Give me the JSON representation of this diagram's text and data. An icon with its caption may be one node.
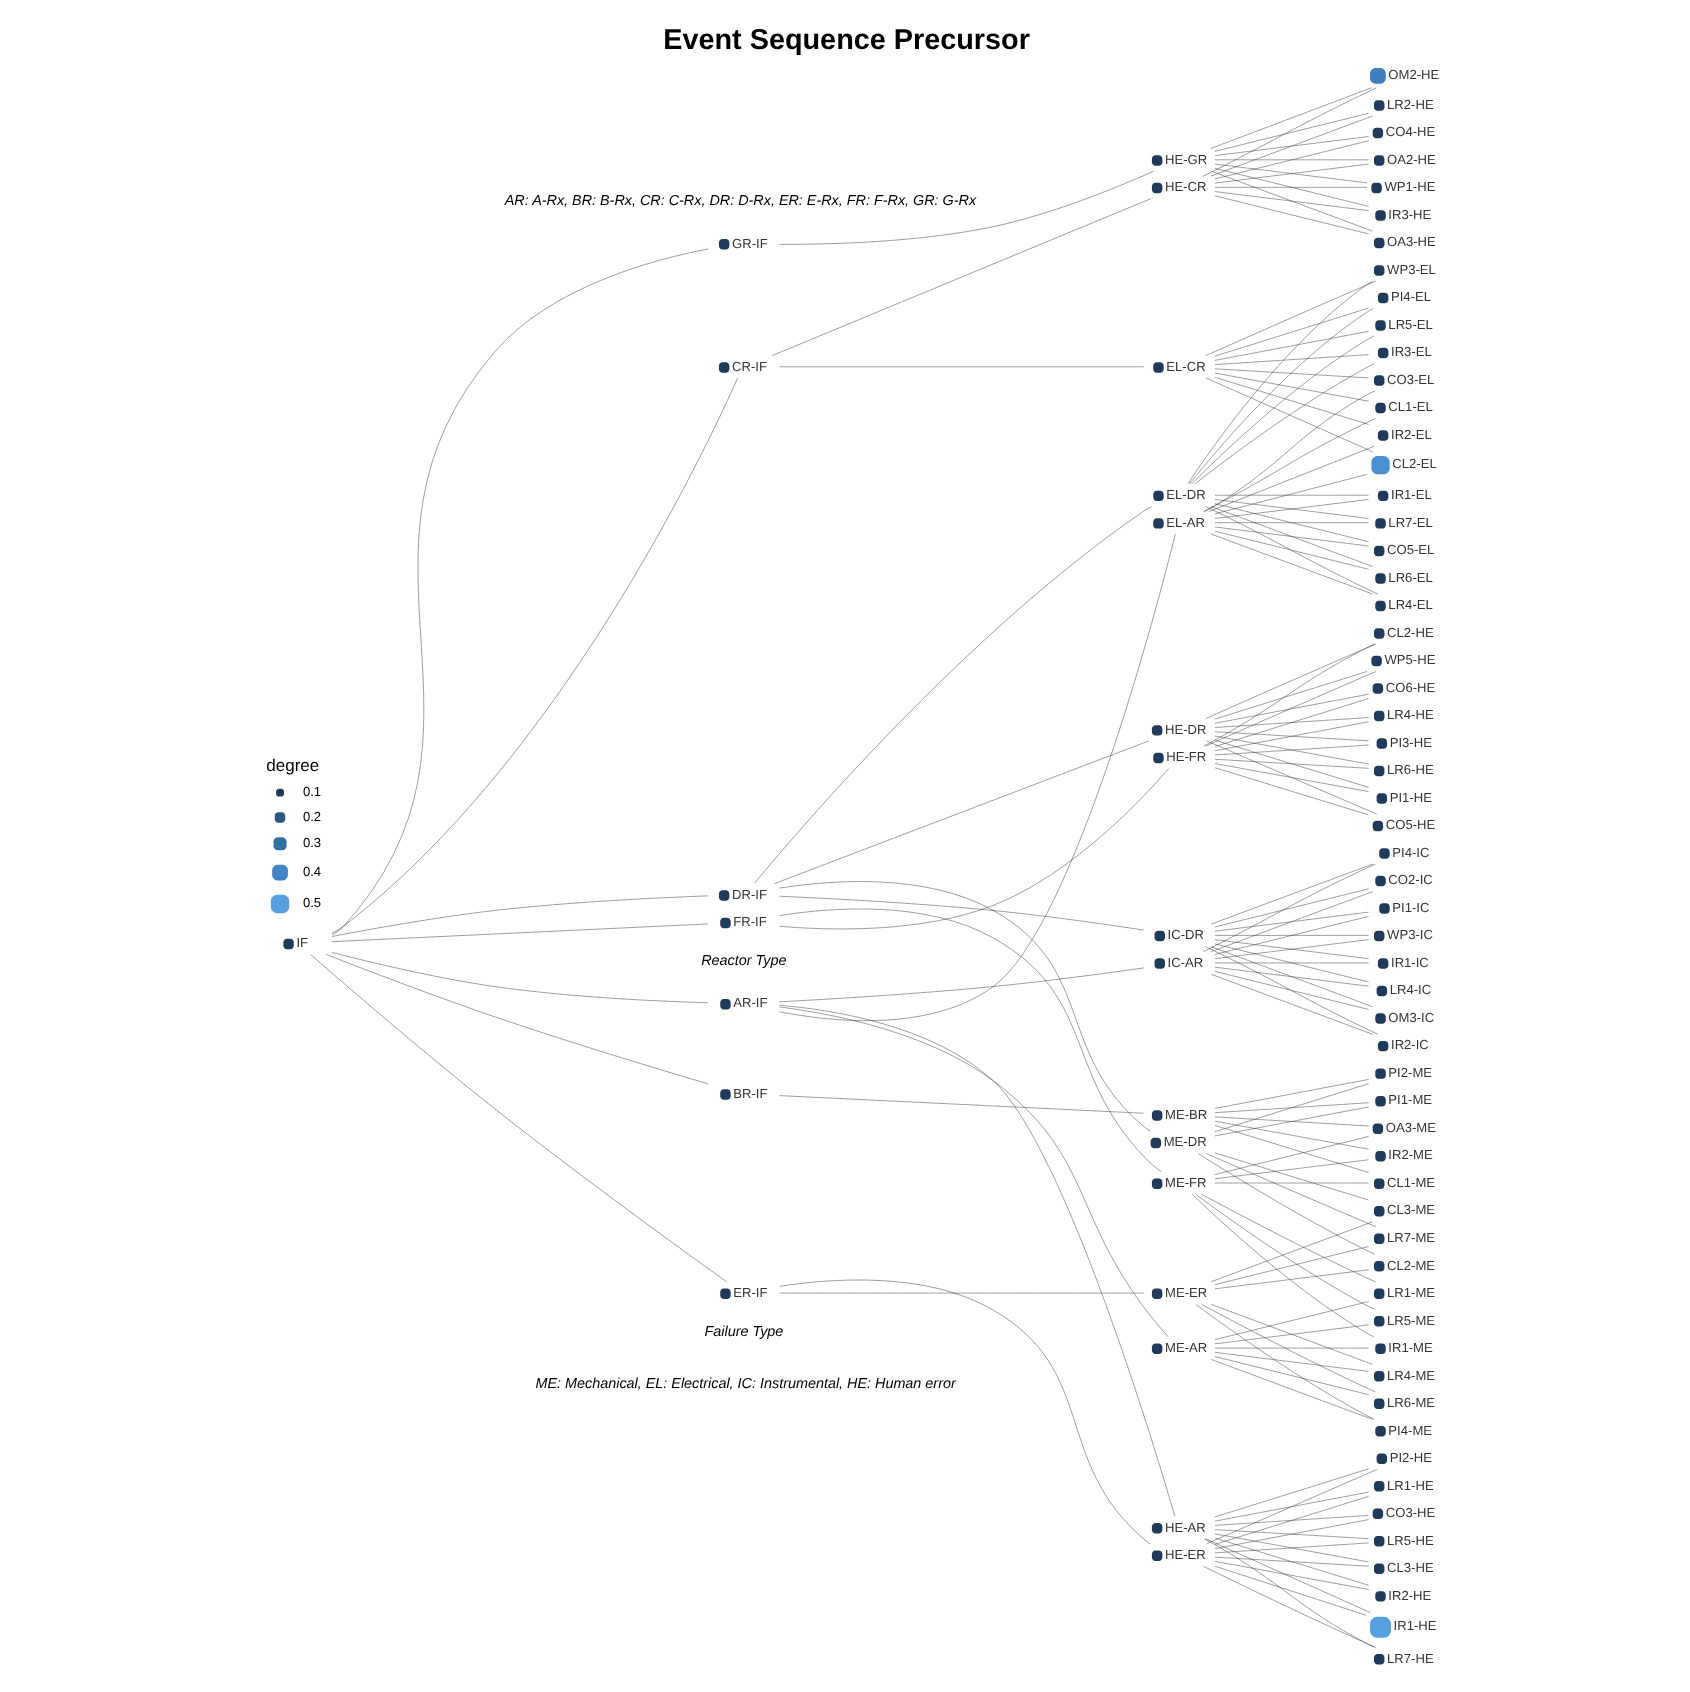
{
  "diagram": {
    "title": "Event Sequence Precursor",
    "nodes": [
      {
        "text": [
          "LR5-HE"
        ]
      },
      {
        "text": [
          "LR5-ME"
        ]
      },
      {
        "text": [
          "CO6-HE"
        ]
      },
      {
        "text": [
          "OA2-HE"
        ]
      },
      {
        "text": [
          "CL3-HE"
        ]
      },
      {
        "text": [
          "LR7-ME"
        ]
      },
      {
        "text": [
          "OA3-ME"
        ]
      },
      {
        "text": [
          "LR4-HE"
        ]
      },
      {
        "text": [
          "LR4-ME"
        ]
      },
      {
        "text": [
          "PI1-IC"
        ]
      },
      {
        "text": [
          "WP3-IC"
        ]
      },
      {
        "text": [
          "PI1-ME"
        ]
      },
      {
        "text": [
          "LR1-ME"
        ]
      },
      {
        "text": [
          "WP1-HE"
        ]
      },
      {
        "text": [
          "IR2-HE"
        ]
      },
      {
        "text": [
          "PI1-HE"
        ]
      },
      {
        "text": [
          "IR3-HE"
        ]
      },
      {
        "text": [
          "IR1-HE"
        ]
      },
      {
        "text": [
          "CO5-HE"
        ]
      },
      {
        "text": [
          "OA3-HE"
        ]
      },
      {
        "text": [
          "LR6-EL"
        ]
      },
      {
        "text": [
          "WP3-EL"
        ]
      },
      {
        "text": [
          "CL1-EL"
        ]
      },
      {
        "text": [
          "LR4-EL"
        ]
      },
      {
        "text": [
          "PI4-EL"
        ]
      },
      {
        "text": [
          "IR2-EL"
        ]
      },
      {
        "text": [
          "IR1-IC"
        ]
      },
      {
        "text": [
          "IR1-EL"
        ]
      },
      {
        "text": [
          "LR4-IC"
        ]
      },
      {
        "text": [
          "LR5-EL"
        ]
      },
      {
        "text": [
          "CL2-ME"
        ]
      },
      {
        "text": [
          "LR7-HE"
        ]
      },
      {
        "text": [
          "CL2-HE"
        ]
      },
      {
        "text": [
          "OM2-HE"
        ]
      },
      {
        "text": [
          "CL2-EL"
        ]
      },
      {
        "text": [
          "IR2-ME"
        ]
      },
      {
        "text": [
          "LR6-ME"
        ]
      },
      {
        "text": [
          "PI2-ME"
        ]
      },
      {
        "text": [
          "IR1-ME"
        ]
      },
      {
        "text": [
          "CL3-ME"
        ]
      },
      {
        "text": [
          "CL1-ME"
        ]
      },
      {
        "text": [
          "PI4-ME"
        ]
      },
      {
        "text": [
          "LR7-EL"
        ]
      },
      {
        "text": [
          "OM3-IC"
        ]
      },
      {
        "text": [
          "PI2-HE"
        ]
      },
      {
        "text": [
          "IR2-IC"
        ]
      },
      {
        "text": [
          "PI4-IC"
        ]
      },
      {
        "text": [
          "PI3-HE"
        ]
      },
      {
        "text": [
          "CO2-IC"
        ]
      },
      {
        "text": [
          "LR2-HE"
        ]
      },
      {
        "text": [
          "LR1-HE"
        ]
      },
      {
        "text": [
          "LR6-HE"
        ]
      },
      {
        "text": [
          "CO4-HE"
        ]
      },
      {
        "text": [
          "CO3-HE"
        ]
      },
      {
        "text": [
          "IR3-EL"
        ]
      },
      {
        "text": [
          "CO3-EL"
        ]
      },
      {
        "text": [
          "WP5-HE"
        ]
      },
      {
        "text": [
          "CO5-EL"
        ]
      },
      {
        "text": [
          "ME-BR"
        ]
      },
      {
        "text": [
          "HE-GR"
        ]
      },
      {
        "text": [
          "HE-ER"
        ]
      },
      {
        "text": [
          "ME-FR"
        ]
      },
      {
        "text": [
          "HE-FR"
        ]
      },
      {
        "text": [
          "ME-AR"
        ]
      },
      {
        "text": [
          "IC-AR"
        ]
      },
      {
        "text": [
          "HE-AR"
        ]
      },
      {
        "text": [
          "EL-AR"
        ]
      },
      {
        "text": [
          "EL-DR"
        ]
      },
      {
        "text": [
          "ME-DR"
        ]
      },
      {
        "text": [
          "IC-DR"
        ]
      },
      {
        "text": [
          "HE-DR"
        ]
      },
      {
        "text": [
          "EL-CR"
        ]
      },
      {
        "text": [
          "HE-CR"
        ]
      },
      {
        "text": [
          "ME-ER"
        ]
      },
      {
        "text": [
          "BR-IF"
        ]
      },
      {
        "text": [
          "GR-IF"
        ]
      },
      {
        "text": [
          "ER-IF"
        ]
      },
      {
        "text": [
          "FR-IF"
        ]
      },
      {
        "text": [
          "AR-IF"
        ]
      },
      {
        "text": [
          "DR-IF"
        ]
      },
      {
        "text": [
          "CR-IF"
        ]
      },
      {
        "text": [
          "IF"
        ]
      }
    ],
    "edges": [
      {
        "from": 81,
        "to": 74,
        "arrow": "none"
      },
      {
        "from": 81,
        "to": 75,
        "arrow": "none"
      },
      {
        "from": 81,
        "to": 76,
        "arrow": "none"
      },
      {
        "from": 81,
        "to": 77,
        "arrow": "none"
      },
      {
        "from": 81,
        "to": 78,
        "arrow": "none"
      },
      {
        "from": 81,
        "to": 79,
        "arrow": "none"
      },
      {
        "from": 81,
        "to": 80,
        "arrow": "none"
      },
      {
        "from": 74,
        "to": 58,
        "arrow": "none"
      },
      {
        "from": 75,
        "to": 59,
        "arrow": "none"
      },
      {
        "from": 76,
        "to": 60,
        "arrow": "none"
      },
      {
        "from": 76,
        "to": 73,
        "arrow": "none"
      },
      {
        "from": 77,
        "to": 61,
        "arrow": "none"
      },
      {
        "from": 77,
        "to": 62,
        "arrow": "none"
      },
      {
        "from": 78,
        "to": 63,
        "arrow": "none"
      },
      {
        "from": 78,
        "to": 64,
        "arrow": "none"
      },
      {
        "from": 78,
        "to": 65,
        "arrow": "none"
      },
      {
        "from": 78,
        "to": 66,
        "arrow": "none"
      },
      {
        "from": 79,
        "to": 67,
        "arrow": "none"
      },
      {
        "from": 79,
        "to": 68,
        "arrow": "none"
      },
      {
        "from": 79,
        "to": 69,
        "arrow": "none"
      },
      {
        "from": 79,
        "to": 70,
        "arrow": "none"
      },
      {
        "from": 80,
        "to": 71,
        "arrow": "none"
      },
      {
        "from": 80,
        "to": 72,
        "arrow": "none"
      },
      {
        "from": 65,
        "to": 0,
        "arrow": "none"
      },
      {
        "from": 60,
        "to": 0,
        "arrow": "none"
      },
      {
        "from": 70,
        "to": 2,
        "arrow": "none"
      },
      {
        "from": 62,
        "to": 2,
        "arrow": "none"
      },
      {
        "from": 72,
        "to": 3,
        "arrow": "none"
      },
      {
        "from": 59,
        "to": 3,
        "arrow": "none"
      },
      {
        "from": 60,
        "to": 4,
        "arrow": "none"
      },
      {
        "from": 65,
        "to": 4,
        "arrow": "none"
      },
      {
        "from": 62,
        "to": 7,
        "arrow": "none"
      },
      {
        "from": 70,
        "to": 7,
        "arrow": "none"
      },
      {
        "from": 59,
        "to": 13,
        "arrow": "none"
      },
      {
        "from": 72,
        "to": 13,
        "arrow": "none"
      },
      {
        "from": 65,
        "to": 14,
        "arrow": "none"
      },
      {
        "from": 60,
        "to": 14,
        "arrow": "none"
      },
      {
        "from": 70,
        "to": 15,
        "arrow": "none"
      },
      {
        "from": 62,
        "to": 15,
        "arrow": "none"
      },
      {
        "from": 72,
        "to": 16,
        "arrow": "none"
      },
      {
        "from": 59,
        "to": 16,
        "arrow": "none"
      },
      {
        "from": 60,
        "to": 17,
        "arrow": "none"
      },
      {
        "from": 65,
        "to": 17,
        "arrow": "none"
      },
      {
        "from": 62,
        "to": 18,
        "arrow": "none"
      },
      {
        "from": 70,
        "to": 18,
        "arrow": "none"
      },
      {
        "from": 59,
        "to": 19,
        "arrow": "none"
      },
      {
        "from": 72,
        "to": 19,
        "arrow": "none"
      },
      {
        "from": 65,
        "to": 31,
        "arrow": "none"
      },
      {
        "from": 60,
        "to": 31,
        "arrow": "none"
      },
      {
        "from": 70,
        "to": 32,
        "arrow": "none"
      },
      {
        "from": 62,
        "to": 32,
        "arrow": "none"
      },
      {
        "from": 72,
        "to": 33,
        "arrow": "none"
      },
      {
        "from": 59,
        "to": 33,
        "arrow": "none"
      },
      {
        "from": 60,
        "to": 44,
        "arrow": "none"
      },
      {
        "from": 65,
        "to": 44,
        "arrow": "none"
      },
      {
        "from": 62,
        "to": 47,
        "arrow": "none"
      },
      {
        "from": 70,
        "to": 47,
        "arrow": "none"
      },
      {
        "from": 59,
        "to": 49,
        "arrow": "none"
      },
      {
        "from": 72,
        "to": 49,
        "arrow": "none"
      },
      {
        "from": 65,
        "to": 50,
        "arrow": "none"
      },
      {
        "from": 60,
        "to": 50,
        "arrow": "none"
      },
      {
        "from": 70,
        "to": 51,
        "arrow": "none"
      },
      {
        "from": 62,
        "to": 51,
        "arrow": "none"
      },
      {
        "from": 72,
        "to": 52,
        "arrow": "none"
      },
      {
        "from": 59,
        "to": 52,
        "arrow": "none"
      },
      {
        "from": 60,
        "to": 53,
        "arrow": "none"
      },
      {
        "from": 65,
        "to": 53,
        "arrow": "none"
      },
      {
        "from": 62,
        "to": 56,
        "arrow": "none"
      },
      {
        "from": 70,
        "to": 56,
        "arrow": "none"
      },
      {
        "from": 63,
        "to": 1,
        "arrow": "none"
      },
      {
        "from": 61,
        "to": 1,
        "arrow": "none"
      },
      {
        "from": 68,
        "to": 5,
        "arrow": "none"
      },
      {
        "from": 73,
        "to": 5,
        "arrow": "none"
      },
      {
        "from": 61,
        "to": 6,
        "arrow": "none"
      },
      {
        "from": 58,
        "to": 6,
        "arrow": "none"
      },
      {
        "from": 73,
        "to": 8,
        "arrow": "none"
      },
      {
        "from": 63,
        "to": 8,
        "arrow": "none"
      },
      {
        "from": 58,
        "to": 11,
        "arrow": "none"
      },
      {
        "from": 68,
        "to": 11,
        "arrow": "none"
      },
      {
        "from": 63,
        "to": 12,
        "arrow": "none"
      },
      {
        "from": 61,
        "to": 12,
        "arrow": "none"
      },
      {
        "from": 68,
        "to": 30,
        "arrow": "none"
      },
      {
        "from": 73,
        "to": 30,
        "arrow": "none"
      },
      {
        "from": 61,
        "to": 35,
        "arrow": "none"
      },
      {
        "from": 58,
        "to": 35,
        "arrow": "none"
      },
      {
        "from": 73,
        "to": 36,
        "arrow": "none"
      },
      {
        "from": 63,
        "to": 36,
        "arrow": "none"
      },
      {
        "from": 58,
        "to": 37,
        "arrow": "none"
      },
      {
        "from": 68,
        "to": 37,
        "arrow": "none"
      },
      {
        "from": 63,
        "to": 38,
        "arrow": "none"
      },
      {
        "from": 61,
        "to": 38,
        "arrow": "none"
      },
      {
        "from": 68,
        "to": 39,
        "arrow": "none"
      },
      {
        "from": 73,
        "to": 39,
        "arrow": "none"
      },
      {
        "from": 61,
        "to": 40,
        "arrow": "none"
      },
      {
        "from": 58,
        "to": 40,
        "arrow": "none"
      },
      {
        "from": 73,
        "to": 41,
        "arrow": "none"
      },
      {
        "from": 63,
        "to": 41,
        "arrow": "none"
      },
      {
        "from": 64,
        "to": 9,
        "arrow": "none"
      },
      {
        "from": 69,
        "to": 9,
        "arrow": "none"
      },
      {
        "from": 64,
        "to": 10,
        "arrow": "none"
      },
      {
        "from": 69,
        "to": 10,
        "arrow": "none"
      },
      {
        "from": 64,
        "to": 26,
        "arrow": "none"
      },
      {
        "from": 69,
        "to": 26,
        "arrow": "none"
      },
      {
        "from": 64,
        "to": 28,
        "arrow": "none"
      },
      {
        "from": 69,
        "to": 28,
        "arrow": "none"
      },
      {
        "from": 64,
        "to": 43,
        "arrow": "none"
      },
      {
        "from": 69,
        "to": 43,
        "arrow": "none"
      },
      {
        "from": 64,
        "to": 45,
        "arrow": "none"
      },
      {
        "from": 69,
        "to": 45,
        "arrow": "none"
      },
      {
        "from": 64,
        "to": 46,
        "arrow": "none"
      },
      {
        "from": 69,
        "to": 46,
        "arrow": "none"
      },
      {
        "from": 64,
        "to": 48,
        "arrow": "none"
      },
      {
        "from": 69,
        "to": 48,
        "arrow": "none"
      },
      {
        "from": 66,
        "to": 20,
        "arrow": "none"
      },
      {
        "from": 67,
        "to": 20,
        "arrow": "none"
      },
      {
        "from": 67,
        "to": 21,
        "arrow": "none"
      },
      {
        "from": 71,
        "to": 21,
        "arrow": "none"
      },
      {
        "from": 71,
        "to": 22,
        "arrow": "none"
      },
      {
        "from": 66,
        "to": 22,
        "arrow": "none"
      },
      {
        "from": 66,
        "to": 23,
        "arrow": "none"
      },
      {
        "from": 67,
        "to": 23,
        "arrow": "none"
      },
      {
        "from": 67,
        "to": 24,
        "arrow": "none"
      },
      {
        "from": 71,
        "to": 24,
        "arrow": "none"
      },
      {
        "from": 71,
        "to": 25,
        "arrow": "none"
      },
      {
        "from": 66,
        "to": 25,
        "arrow": "none"
      },
      {
        "from": 66,
        "to": 27,
        "arrow": "none"
      },
      {
        "from": 67,
        "to": 27,
        "arrow": "none"
      },
      {
        "from": 67,
        "to": 29,
        "arrow": "none"
      },
      {
        "from": 71,
        "to": 29,
        "arrow": "none"
      },
      {
        "from": 71,
        "to": 34,
        "arrow": "none"
      },
      {
        "from": 66,
        "to": 34,
        "arrow": "none"
      },
      {
        "from": 66,
        "to": 42,
        "arrow": "none"
      },
      {
        "from": 67,
        "to": 42,
        "arrow": "none"
      },
      {
        "from": 67,
        "to": 54,
        "arrow": "none"
      },
      {
        "from": 71,
        "to": 54,
        "arrow": "none"
      },
      {
        "from": 71,
        "to": 55,
        "arrow": "none"
      },
      {
        "from": 66,
        "to": 55,
        "arrow": "none"
      },
      {
        "from": 66,
        "to": 57,
        "arrow": "none"
      },
      {
        "from": 67,
        "to": 57,
        "arrow": "none"
      }
    ],
    "labels": [
      "degree",
      "Reactor Type",
      "AR: A-Rx, BR: B-Rx, CR: C-Rx, DR: D-Rx, ER: E-Rx, FR: F-Rx, GR: G-Rx",
      "Failure Type",
      "ME: Mechanical, EL: Electrical, IC: Instrumental, HE: Human error"
    ],
    "legend": [
      {
        "text": "0.1"
      },
      {
        "text": "0.2"
      },
      {
        "text": "0.3"
      },
      {
        "text": "0.4"
      },
      {
        "text": "0.5"
      }
    ]
  }
}
